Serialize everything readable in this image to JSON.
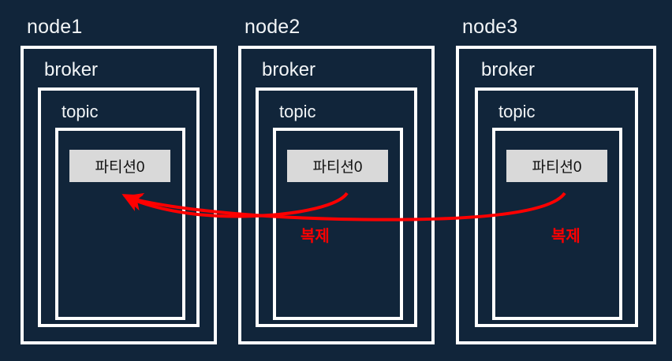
{
  "diagram": {
    "title": "kafka-replication-diagram",
    "background_color": "#11253a",
    "box_border_color": "#ffffff",
    "partition_fill_color": "#d9d9d9",
    "partition_text_color": "#111111",
    "arrow_color": "#ff0000",
    "nodes": [
      {
        "label": "node1",
        "broker_label": "broker",
        "topic_label": "topic",
        "partition_label": "파티션0"
      },
      {
        "label": "node2",
        "broker_label": "broker",
        "topic_label": "topic",
        "partition_label": "파티션0"
      },
      {
        "label": "node3",
        "broker_label": "broker",
        "topic_label": "topic",
        "partition_label": "파티션0"
      }
    ],
    "arrows": [
      {
        "label": "복제",
        "from": "node2",
        "to": "node1"
      },
      {
        "label": "복제",
        "from": "node3",
        "to": "node1"
      }
    ]
  }
}
